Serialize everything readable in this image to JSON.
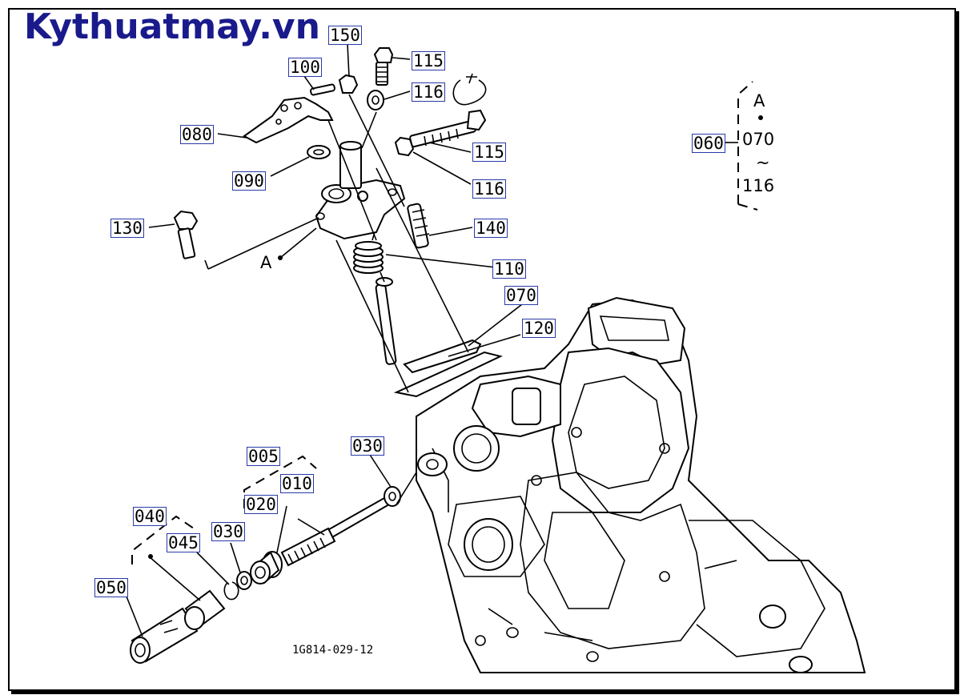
{
  "watermark": "Kythuatmay.vn",
  "drawing_code": "1G814-029-12",
  "callouts": [
    {
      "id": "c150",
      "text": "150"
    },
    {
      "id": "c100",
      "text": "100"
    },
    {
      "id": "c115a",
      "text": "115"
    },
    {
      "id": "c116a",
      "text": "116"
    },
    {
      "id": "c080",
      "text": "080"
    },
    {
      "id": "c115b",
      "text": "115"
    },
    {
      "id": "c090",
      "text": "090"
    },
    {
      "id": "c116b",
      "text": "116"
    },
    {
      "id": "c130",
      "text": "130"
    },
    {
      "id": "c140",
      "text": "140"
    },
    {
      "id": "c110",
      "text": "110"
    },
    {
      "id": "c070",
      "text": "070"
    },
    {
      "id": "c120",
      "text": "120"
    },
    {
      "id": "c030a",
      "text": "030"
    },
    {
      "id": "c005",
      "text": "005"
    },
    {
      "id": "c010",
      "text": "010"
    },
    {
      "id": "c020",
      "text": "020"
    },
    {
      "id": "c040",
      "text": "040"
    },
    {
      "id": "c030b",
      "text": "030"
    },
    {
      "id": "c045",
      "text": "045"
    },
    {
      "id": "c050",
      "text": "050"
    },
    {
      "id": "c060",
      "text": "060"
    }
  ],
  "legend_group": {
    "marker": "A",
    "from": "070",
    "tilde": "~",
    "to": "116"
  },
  "ref_marker": "A"
}
